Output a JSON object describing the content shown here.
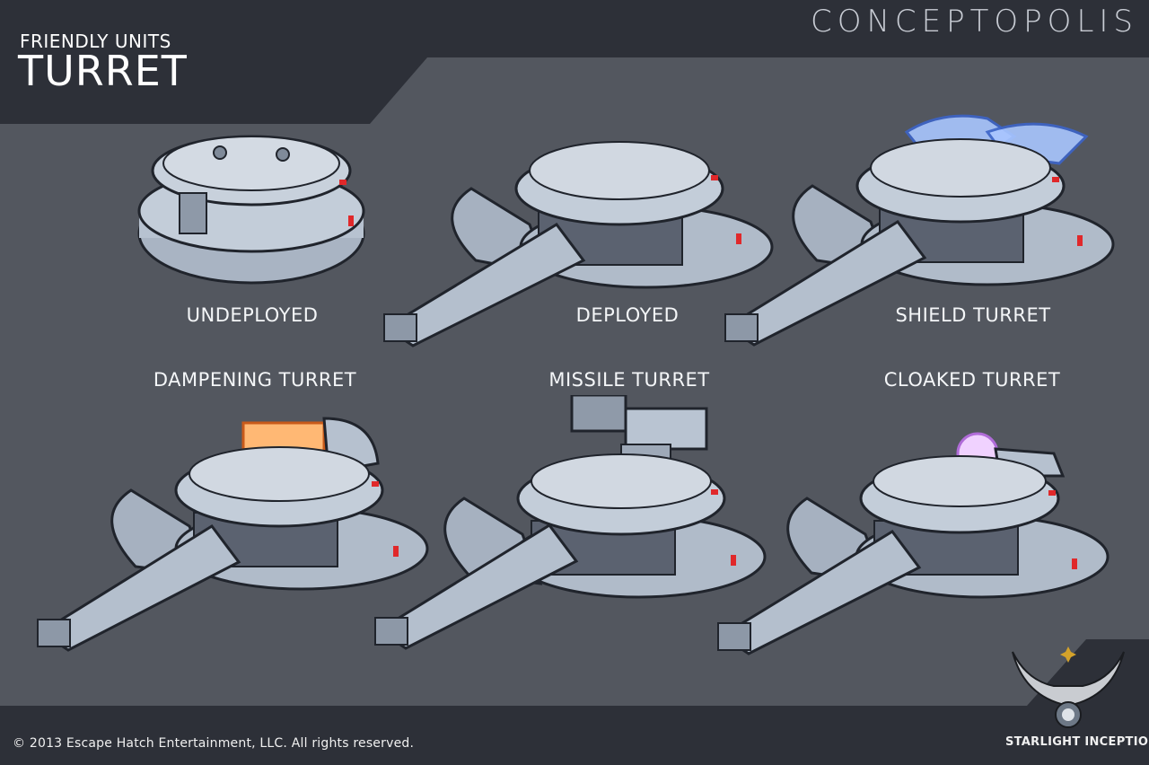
{
  "header": {
    "subtitle": "FRIENDLY UNITS",
    "title": "TURRET",
    "brand": "CONCEPTOPOLIS"
  },
  "units": [
    {
      "label": "UNDEPLOYED",
      "variant": "undeployed",
      "accent": "none"
    },
    {
      "label": "DEPLOYED",
      "variant": "deployed",
      "accent": "none"
    },
    {
      "label": "SHIELD TURRET",
      "variant": "shield",
      "accent": "#8fb8ff"
    },
    {
      "label": "DAMPENING TURRET",
      "variant": "dampening",
      "accent": "#ff9a3a"
    },
    {
      "label": "MISSILE TURRET",
      "variant": "missile",
      "accent": "none"
    },
    {
      "label": "CLOAKED TURRET",
      "variant": "cloaked",
      "accent": "#e6b8ff"
    }
  ],
  "footer": {
    "copyright": "© 2013 Escape Hatch Entertainment, LLC. All rights reserved.",
    "logo_text": "STARLIGHT INCEPTION™"
  },
  "colors": {
    "background_dark": "#2c2f36",
    "panel": "#52565f",
    "turret_body": "#b6c1cf",
    "indicator_red": "#e0282a"
  }
}
